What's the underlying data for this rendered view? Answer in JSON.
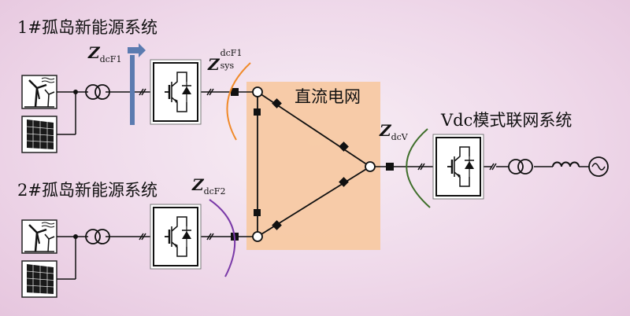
{
  "titles": {
    "system1": "1#孤岛新能源系统",
    "system2": "2#孤岛新能源系统",
    "dc_grid": "直流电网",
    "vdc_system": "Vdc模式联网系统"
  },
  "impedances": {
    "zdcf1": {
      "symbol": "Z",
      "sub": "dcF1"
    },
    "zsys": {
      "symbol": "Z",
      "sup": "dcF1",
      "sub": "sys"
    },
    "zdcf2": {
      "symbol": "Z",
      "sub": "dcF2"
    },
    "zdcv": {
      "symbol": "Z",
      "sub": "dcV"
    }
  },
  "colors": {
    "dc_grid_fill": "#f7c9a3",
    "arc_orange": "#f08a2a",
    "arc_purple": "#7a3aa8",
    "arc_green": "#3e6e2a",
    "marker_blue": "#5b7bb0",
    "line": "#111111"
  },
  "icons": [
    "wind-turbine-icon",
    "solar-panel-icon",
    "transformer-icon",
    "converter-icon",
    "inductor-icon",
    "ac-source-icon"
  ]
}
